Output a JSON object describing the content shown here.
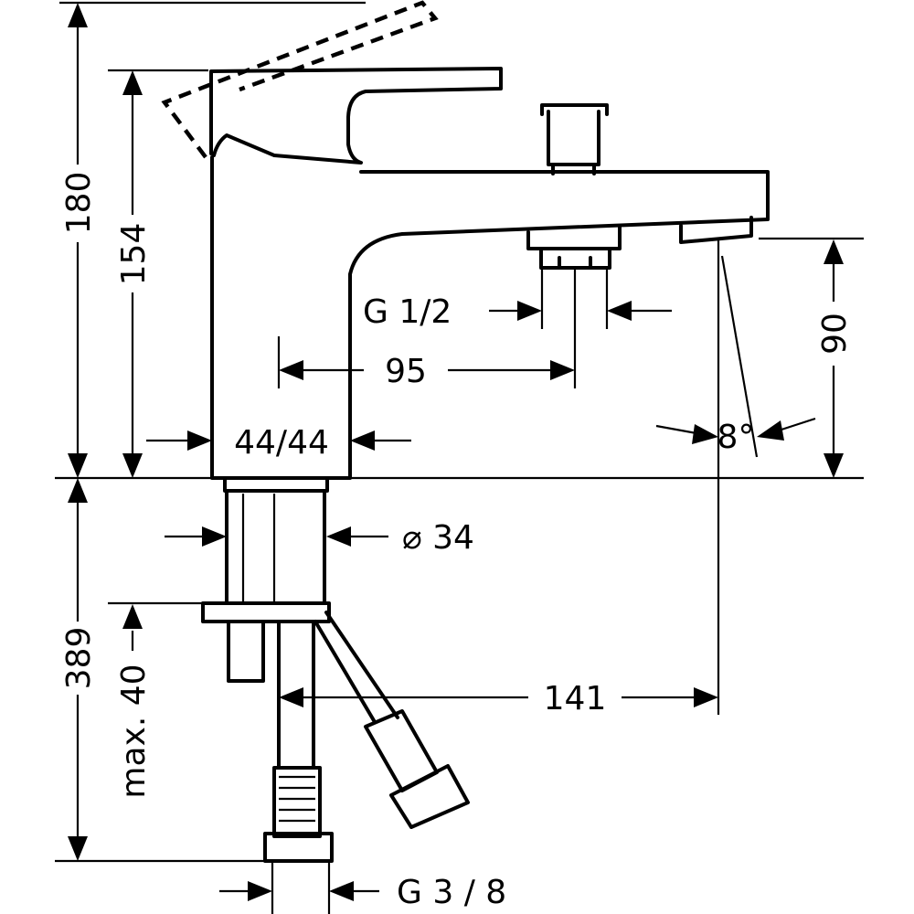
{
  "dimensions": {
    "total_height": "180",
    "spout_height": "154",
    "outlet_height": "90",
    "thread_outlet": "G 1/2",
    "diverter_distance": "95",
    "base_width": "44/44",
    "spray_angle": "8°",
    "shank_diameter": "⌀ 34",
    "below_deck_length": "389",
    "max_deck_thickness": "max. 40",
    "spout_projection": "141",
    "thread_supply": "G 3 / 8"
  }
}
